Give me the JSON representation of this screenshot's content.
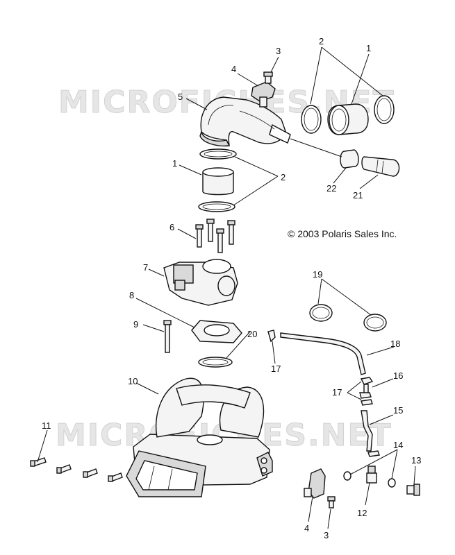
{
  "watermark": "MICROFICHES.NET",
  "copyright": "© 2003 Polaris Sales Inc.",
  "callouts": {
    "c1a": "1",
    "c2a": "2",
    "c3a": "3",
    "c4a": "4",
    "c5": "5",
    "c1b": "1",
    "c2b": "2",
    "c6": "6",
    "c7": "7",
    "c8": "8",
    "c9": "9",
    "c10": "10",
    "c11": "11",
    "c12": "12",
    "c13": "13",
    "c14": "14",
    "c15": "15",
    "c16": "16",
    "c17a": "17",
    "c17b": "17",
    "c18": "18",
    "c19": "19",
    "c20": "20",
    "c21": "21",
    "c22": "22",
    "c3b": "3",
    "c4b": "4"
  }
}
